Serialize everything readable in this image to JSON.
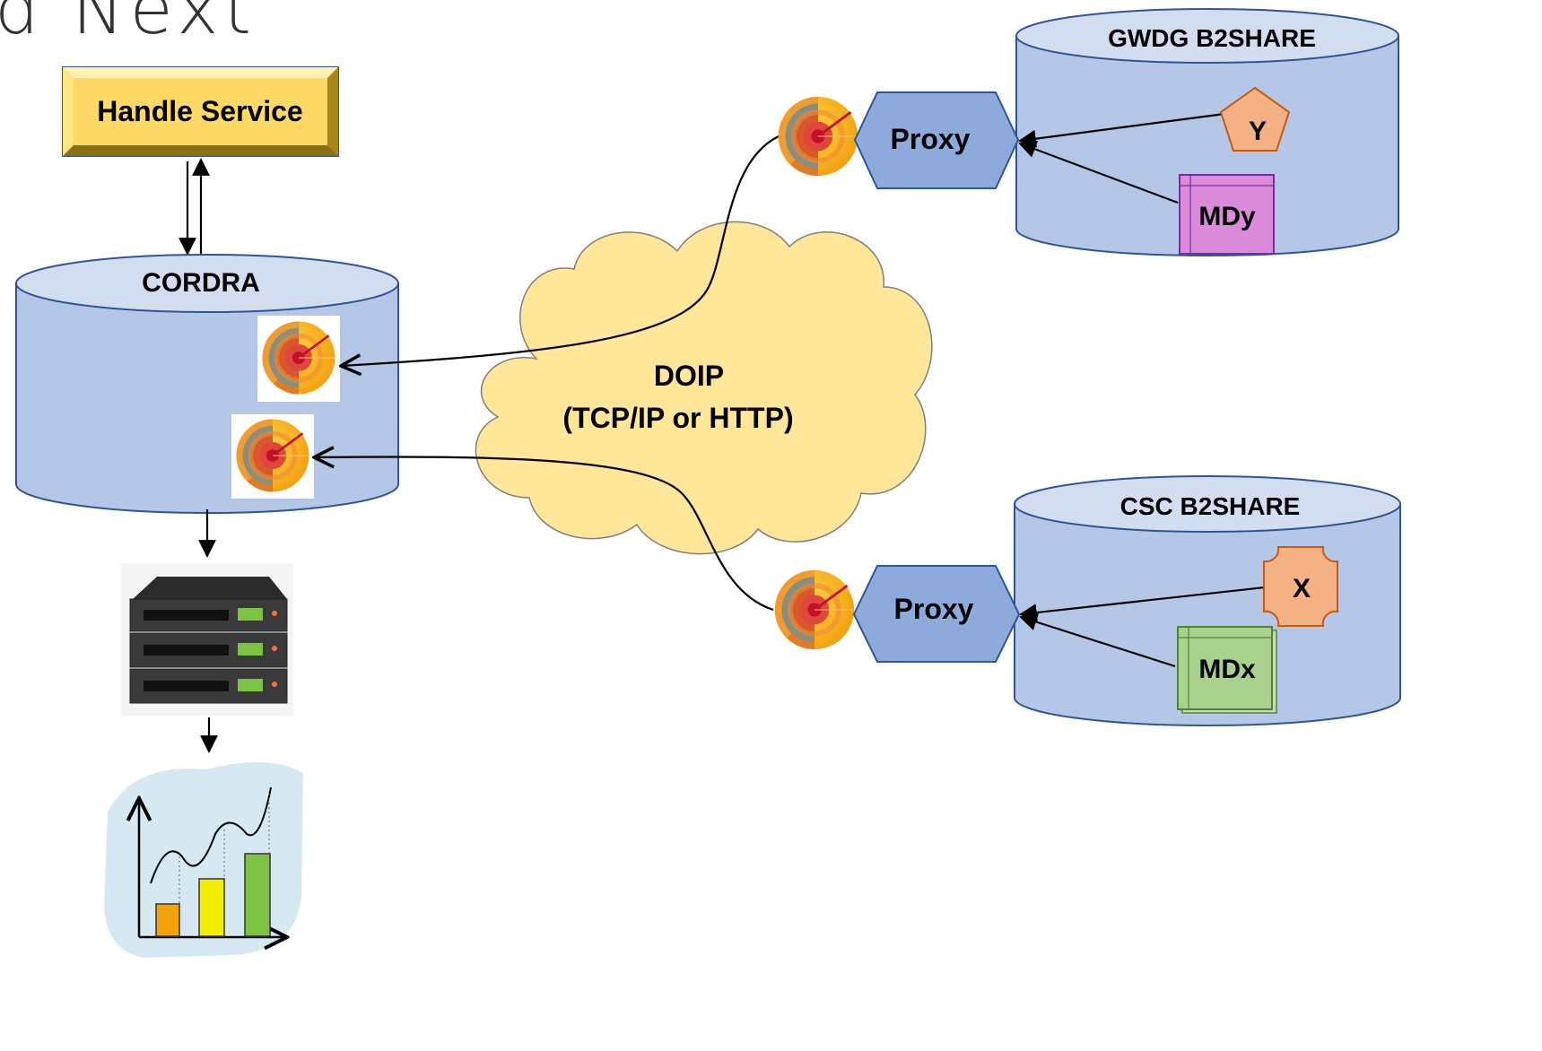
{
  "slide": {
    "title_fragment": "d Next"
  },
  "handle_service": {
    "label": "Handle Service"
  },
  "cordra": {
    "label": "CORDRA"
  },
  "doip": {
    "line1": "DOIP",
    "line2": "(TCP/IP or HTTP)"
  },
  "gwdg": {
    "label": "GWDG B2SHARE",
    "proxy_label": "Proxy",
    "object_label": "Y",
    "metadata_label": "MDy"
  },
  "csc": {
    "label": "CSC B2SHARE",
    "proxy_label": "Proxy",
    "object_label": "X",
    "metadata_label": "MDx"
  },
  "icons": {
    "digital_object": "digital-object-sphere-icon",
    "server": "server-rack-icon",
    "analytics": "analytics-chart-icon"
  },
  "colors": {
    "cylinder_body": "#b4c7e7",
    "cylinder_top": "#d3ddf0",
    "proxy": "#8eaadb",
    "cloud": "#ffe699",
    "handle_box": "#ffd966",
    "object": "#f4b183",
    "mdy": "#da8bda",
    "mdx": "#a9d18e"
  }
}
